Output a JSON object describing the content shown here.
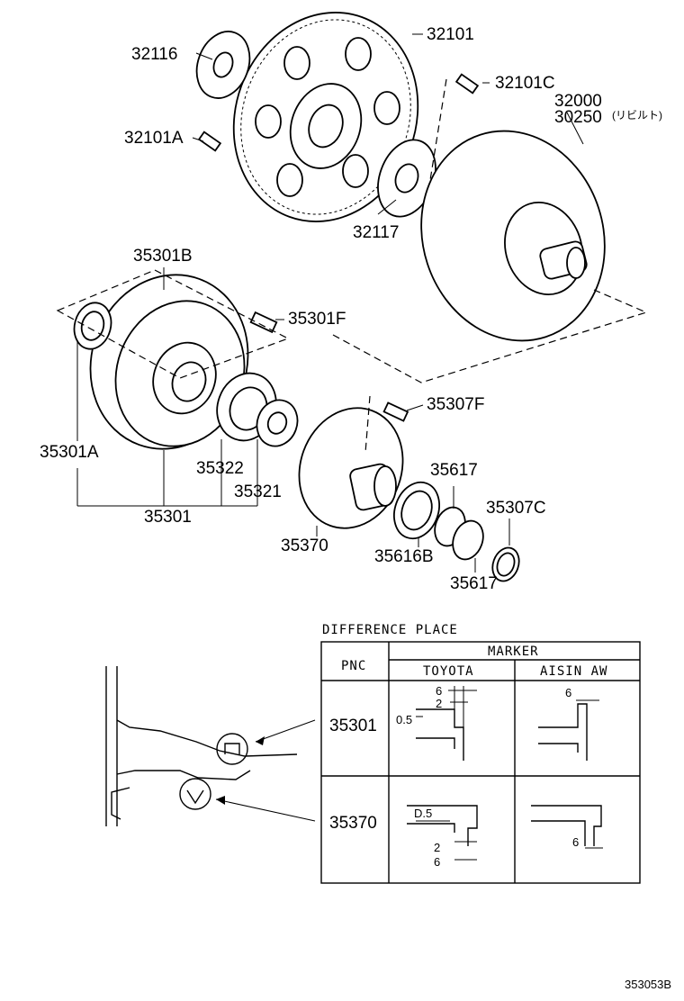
{
  "parts": {
    "p32116": "32116",
    "p32101": "32101",
    "p32101C": "32101C",
    "p32000": "32000",
    "p30250": "30250",
    "p30250_note": "(リビルト)",
    "p32101A": "32101A",
    "p32117": "32117",
    "p35301B": "35301B",
    "p35301F": "35301F",
    "p35307F": "35307F",
    "p35301A": "35301A",
    "p35322": "35322",
    "p35321": "35321",
    "p35617a": "35617",
    "p35307C": "35307C",
    "p35301": "35301",
    "p35370": "35370",
    "p35616B": "35616B",
    "p35617b": "35617"
  },
  "difference": {
    "title": "DIFFERENCE PLACE",
    "marker_header": "MARKER",
    "pnc_header": "PNC",
    "col_toyota": "TOYOTA",
    "col_aisin": "AISIN AW",
    "row1_pnc": "35301",
    "row2_pnc": "35370",
    "dim_6": "6",
    "dim_2": "2",
    "dim_05": "0.5",
    "dim_d5": "D.5"
  },
  "figure_id": "353053B"
}
